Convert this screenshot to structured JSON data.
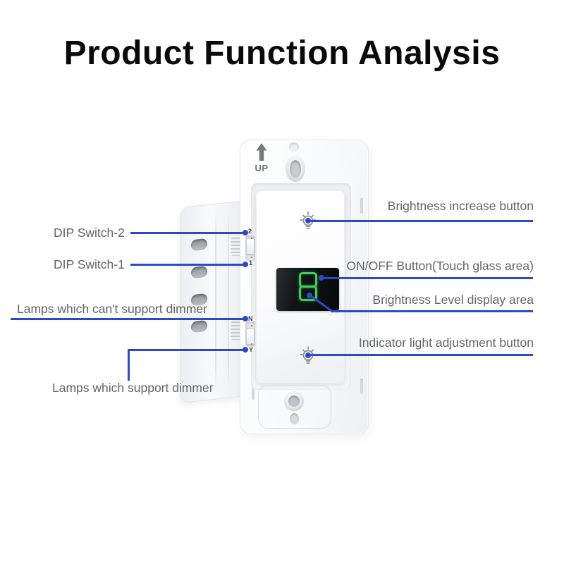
{
  "title": "Product Function Analysis",
  "device": {
    "up_label": "UP",
    "display": {
      "digit": "8",
      "digit_color": "#3ecf58"
    },
    "dip_markers": {
      "switch2": "2",
      "switch1": "1",
      "no_dimmer": "N",
      "yes_dimmer": "Y"
    },
    "icons": {
      "up_arrow": "arrow-up",
      "brightness_increase": "light-bulb",
      "indicator_adjust": "light-bulb"
    }
  },
  "callouts": {
    "left": [
      {
        "label": "DIP Switch-2"
      },
      {
        "label": "DIP Switch-1"
      },
      {
        "label": "Lamps which can't support dimmer"
      },
      {
        "label": "Lamps which support dimmer"
      }
    ],
    "right": [
      {
        "label": "Brightness increase button"
      },
      {
        "label": "ON/OFF Button(Touch glass area)"
      },
      {
        "label": "Brightness Level display area"
      },
      {
        "label": "Indicator light adjustment button"
      }
    ]
  },
  "colors": {
    "callout_line": "#2e49c8",
    "label_text": "#626468",
    "title_text": "#0a0a0a",
    "digit_green": "#3ecf58"
  }
}
